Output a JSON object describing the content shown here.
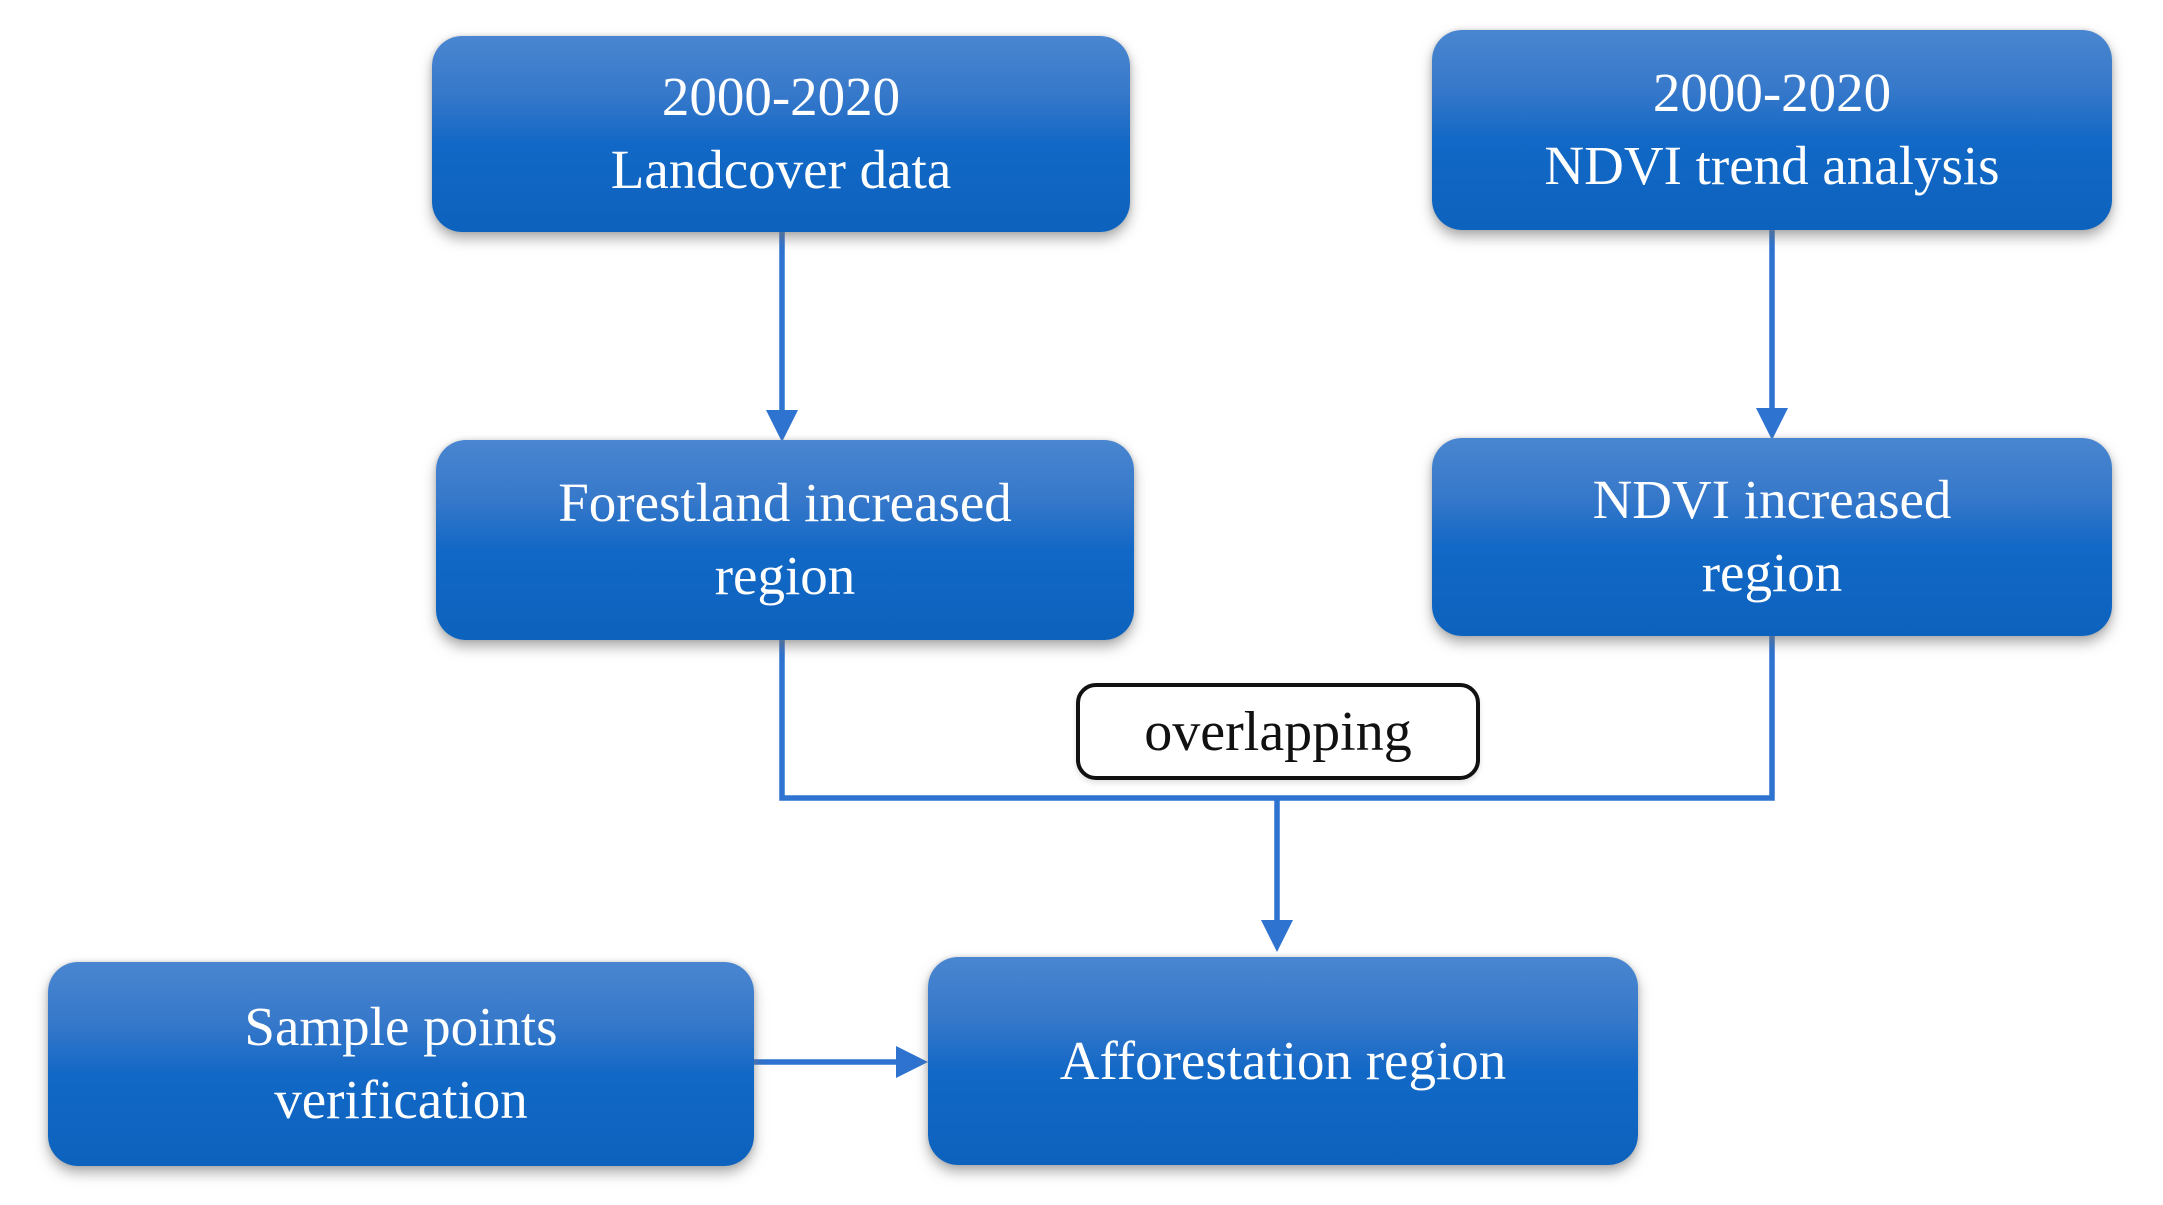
{
  "diagram": {
    "type": "flowchart",
    "colors": {
      "background": "#ffffff",
      "node_fill_top": "#4a86d0",
      "node_fill_bottom": "#0c62bc",
      "node_text": "#ffffff",
      "connector_blue": "#2e73d0",
      "overlap_border": "#111111",
      "overlap_text": "#111111"
    },
    "nodes": {
      "landcover": {
        "line1": "2000-2020",
        "line2": "Landcover data"
      },
      "ndvi_trend": {
        "line1": "2000-2020",
        "line2": "NDVI trend analysis"
      },
      "forestland": {
        "line1": "Forestland increased",
        "line2": "region"
      },
      "ndvi_region": {
        "line1": "NDVI increased",
        "line2": "region"
      },
      "overlapping": {
        "label": "overlapping"
      },
      "sample": {
        "line1": "Sample points",
        "line2": "verification"
      },
      "afforestation": {
        "label": "Afforestation region"
      }
    },
    "edges": [
      {
        "from": "landcover",
        "to": "forestland",
        "type": "arrow"
      },
      {
        "from": "ndvi_trend",
        "to": "ndvi_region",
        "type": "arrow"
      },
      {
        "from": "forestland",
        "to": "afforestation",
        "via": "overlapping",
        "type": "arrow"
      },
      {
        "from": "ndvi_region",
        "to": "afforestation",
        "via": "overlapping",
        "type": "arrow"
      },
      {
        "from": "sample",
        "to": "afforestation",
        "type": "arrow"
      }
    ]
  }
}
